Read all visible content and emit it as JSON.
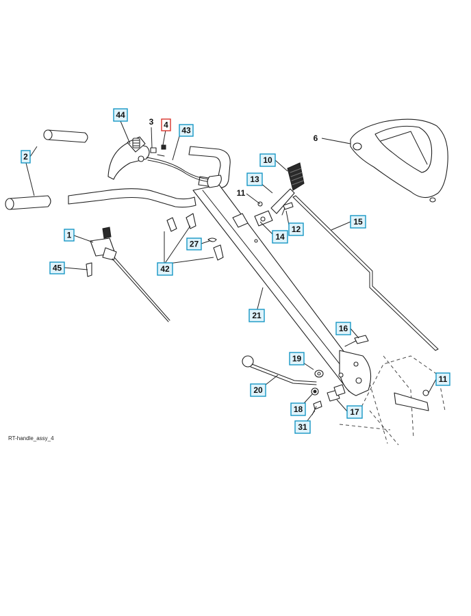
{
  "caption": "RT-handle_assy_4",
  "colors": {
    "callout_fill": "#dff3fb",
    "callout_border": "#1596c4",
    "selected_border": "#d9322b"
  },
  "callouts": [
    {
      "id": "44",
      "text": "44",
      "style": "boxed"
    },
    {
      "id": "3",
      "text": "3",
      "style": "plain"
    },
    {
      "id": "4",
      "text": "4",
      "style": "selected"
    },
    {
      "id": "43",
      "text": "43",
      "style": "boxed"
    },
    {
      "id": "2",
      "text": "2",
      "style": "boxed"
    },
    {
      "id": "6",
      "text": "6",
      "style": "plain"
    },
    {
      "id": "10",
      "text": "10",
      "style": "boxed"
    },
    {
      "id": "13",
      "text": "13",
      "style": "boxed"
    },
    {
      "id": "11a",
      "text": "11",
      "style": "plain"
    },
    {
      "id": "12",
      "text": "12",
      "style": "boxed"
    },
    {
      "id": "14",
      "text": "14",
      "style": "boxed"
    },
    {
      "id": "15",
      "text": "15",
      "style": "boxed"
    },
    {
      "id": "1",
      "text": "1",
      "style": "boxed"
    },
    {
      "id": "27",
      "text": "27",
      "style": "boxed"
    },
    {
      "id": "42",
      "text": "42",
      "style": "boxed"
    },
    {
      "id": "45",
      "text": "45",
      "style": "boxed"
    },
    {
      "id": "21",
      "text": "21",
      "style": "boxed"
    },
    {
      "id": "16",
      "text": "16",
      "style": "boxed"
    },
    {
      "id": "19",
      "text": "19",
      "style": "boxed"
    },
    {
      "id": "20",
      "text": "20",
      "style": "boxed"
    },
    {
      "id": "11b",
      "text": "11",
      "style": "boxed"
    },
    {
      "id": "18",
      "text": "18",
      "style": "boxed"
    },
    {
      "id": "17",
      "text": "17",
      "style": "boxed"
    },
    {
      "id": "31",
      "text": "31",
      "style": "boxed"
    }
  ]
}
